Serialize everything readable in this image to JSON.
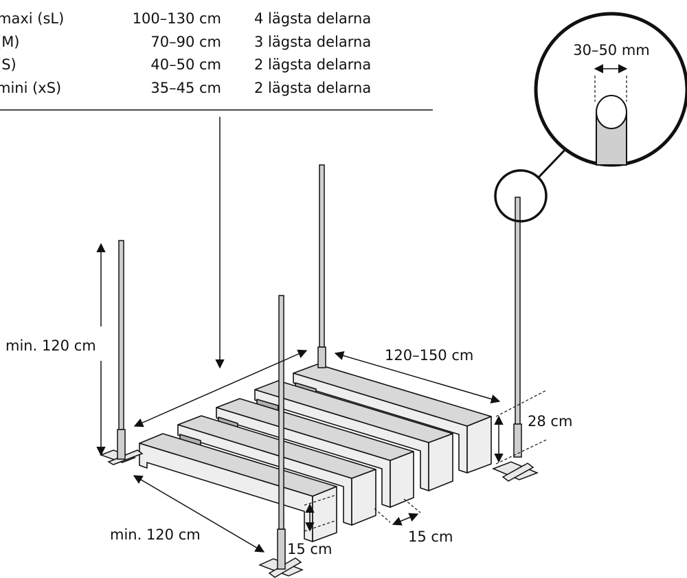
{
  "table": {
    "rows": [
      {
        "size": "maxi (sL)",
        "height": "100–130 cm",
        "parts": "4 lägsta delarna"
      },
      {
        "size": " (M)",
        "height": "70–90 cm",
        "parts": "3 lägsta delarna"
      },
      {
        "size": "(S)",
        "height": "40–50 cm",
        "parts": "2 lägsta delarna"
      },
      {
        "size": "mini (xS)",
        "height": "35–45 cm",
        "parts": "2 lägsta delarna"
      }
    ]
  },
  "labels": {
    "pole_diameter": "30–50 mm",
    "pole_height": "min. 120 cm",
    "gap_length": "120–150 cm",
    "tall_step": "28 cm",
    "course_width": "min. 120 cm",
    "step_height": "15 cm",
    "step_depth": "15 cm"
  },
  "colors": {
    "line": "#111111",
    "board_top": "#d8d8d8",
    "board_face": "#eeeeee",
    "board_shadow": "#b0b0b0",
    "pole": "#cfcfcf"
  }
}
